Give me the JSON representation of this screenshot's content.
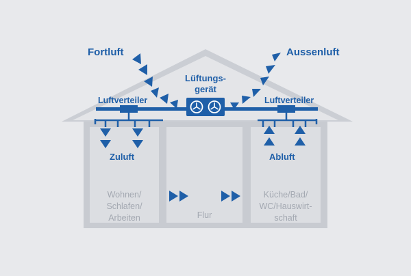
{
  "labels": {
    "fortluft": "Fortluft",
    "aussenluft": "Aussenluft",
    "lueftungsgeraet_line1": "Lüftungs-",
    "lueftungsgeraet_line2": "gerät",
    "luftverteiler_left": "Luftverteiler",
    "luftverteiler_right": "Luftverteiler",
    "zuluft": "Zuluft",
    "abluft": "Abluft"
  },
  "rooms": {
    "left": [
      "Wohnen/",
      "Schlafen/",
      "Arbeiten"
    ],
    "middle": "Flur",
    "right": [
      "Küche/Bad/",
      "WC/Hauswirt-",
      "schaft"
    ]
  },
  "colors": {
    "background": "#e8e9ec",
    "house_outline": "#c8cbd1",
    "house_interior": "#dcdee2",
    "accent_blue": "#1f5fa8",
    "room_text": "#a3a8b1"
  },
  "icons": {
    "unit": "ventilation-unit-fan-icon",
    "arrow": "triangle-arrow-icon"
  }
}
